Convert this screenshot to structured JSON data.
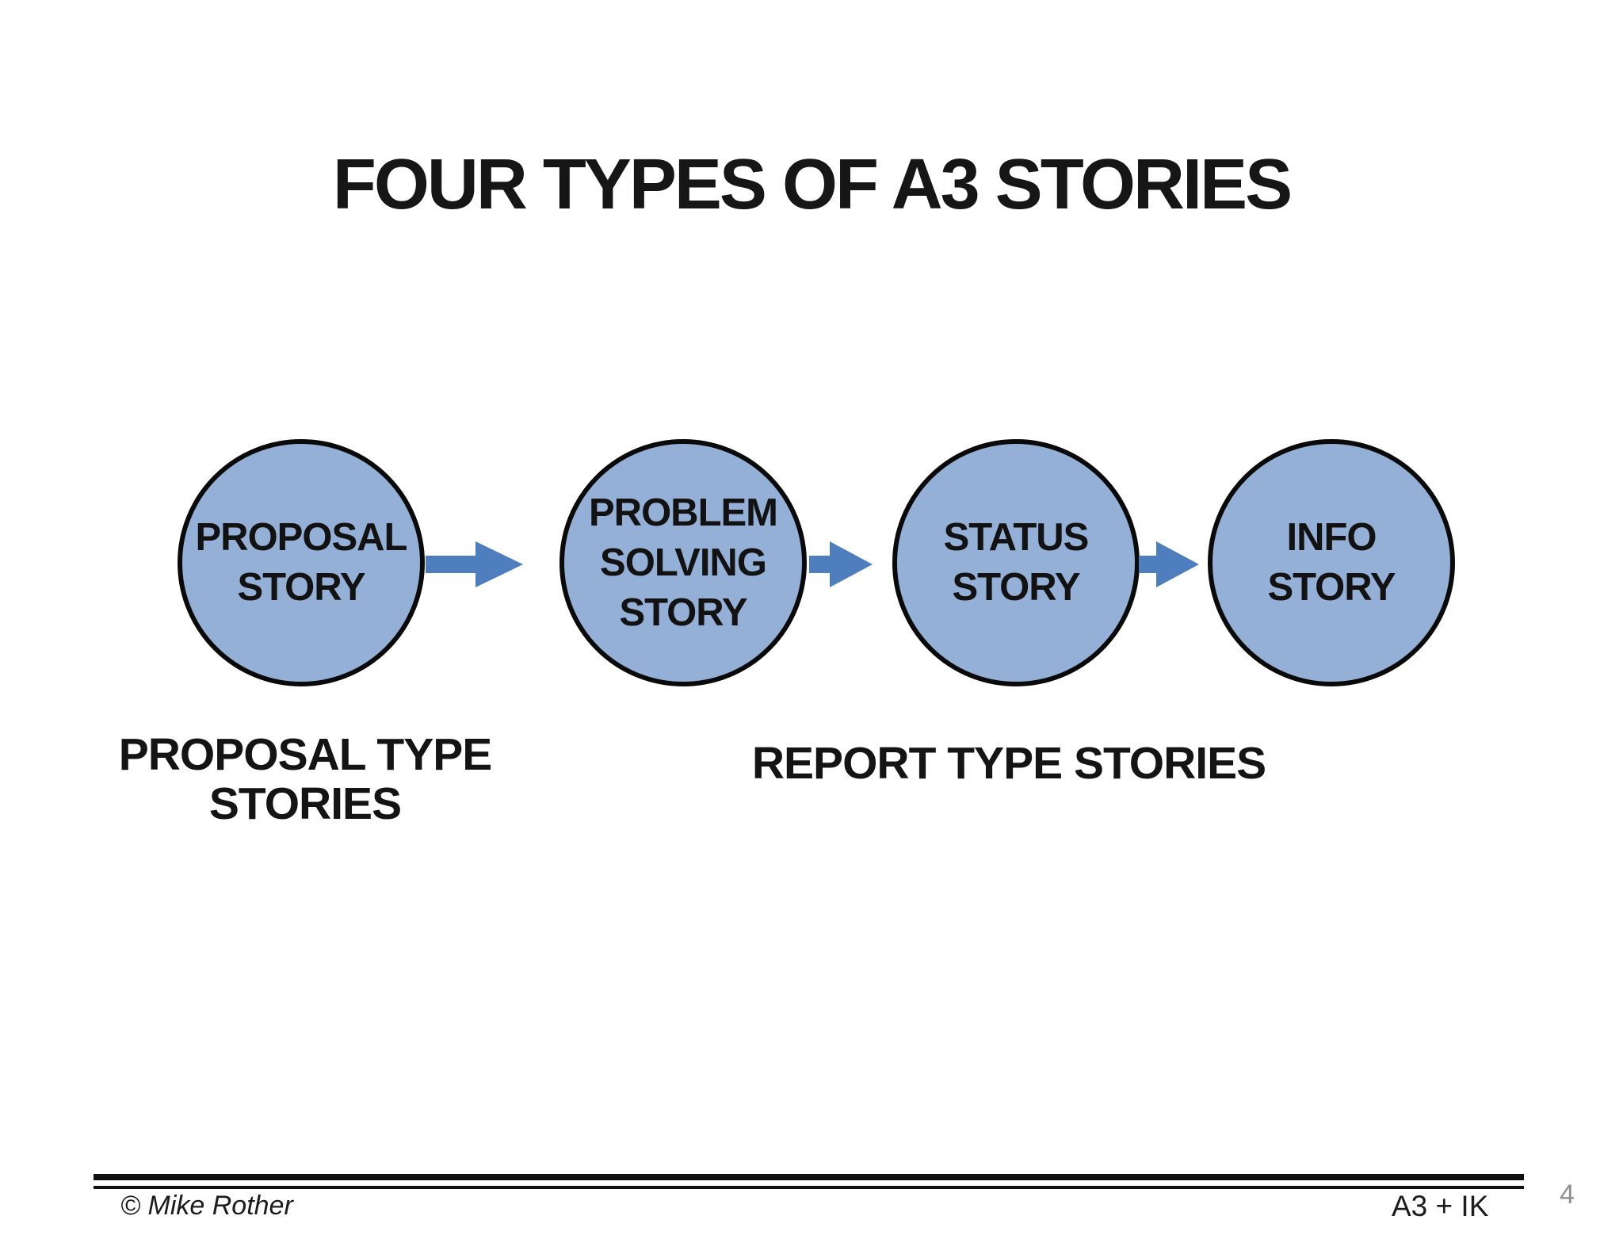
{
  "slide": {
    "title": "FOUR TYPES OF A3 STORIES",
    "page_number": "4"
  },
  "diagram": {
    "circles": [
      {
        "name": "proposal-story",
        "lines": [
          "PROPOSAL",
          "STORY"
        ]
      },
      {
        "name": "problem-solving-story",
        "lines": [
          "PROBLEM",
          "SOLVING",
          "STORY"
        ]
      },
      {
        "name": "status-story",
        "lines": [
          "STATUS",
          "STORY"
        ]
      },
      {
        "name": "info-story",
        "lines": [
          "INFO",
          "STORY"
        ]
      }
    ],
    "group_labels": [
      {
        "name": "proposal-type",
        "lines": [
          "PROPOSAL TYPE",
          "STORIES"
        ]
      },
      {
        "name": "report-type",
        "lines": [
          "REPORT TYPE STORIES"
        ]
      }
    ],
    "colors": {
      "circle_fill": "#95B0D7",
      "circle_border": "#0a0a0a",
      "arrow": "#4E7EBE"
    }
  },
  "footer": {
    "copyright": "© Mike Rother",
    "right_label": "A3 + IK"
  }
}
